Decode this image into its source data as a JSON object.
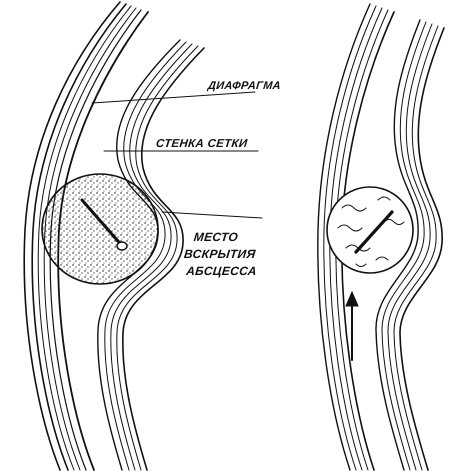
{
  "labels": {
    "diaphragm": "ДИАФРАГМА",
    "wall": "СТЕНКА СЕТКИ",
    "abscess_site": [
      "МЕСТО",
      "ВСКРЫТИЯ",
      "АБСЦЕССА"
    ]
  },
  "colors": {
    "ink": "#111111",
    "paper": "#ffffff"
  }
}
